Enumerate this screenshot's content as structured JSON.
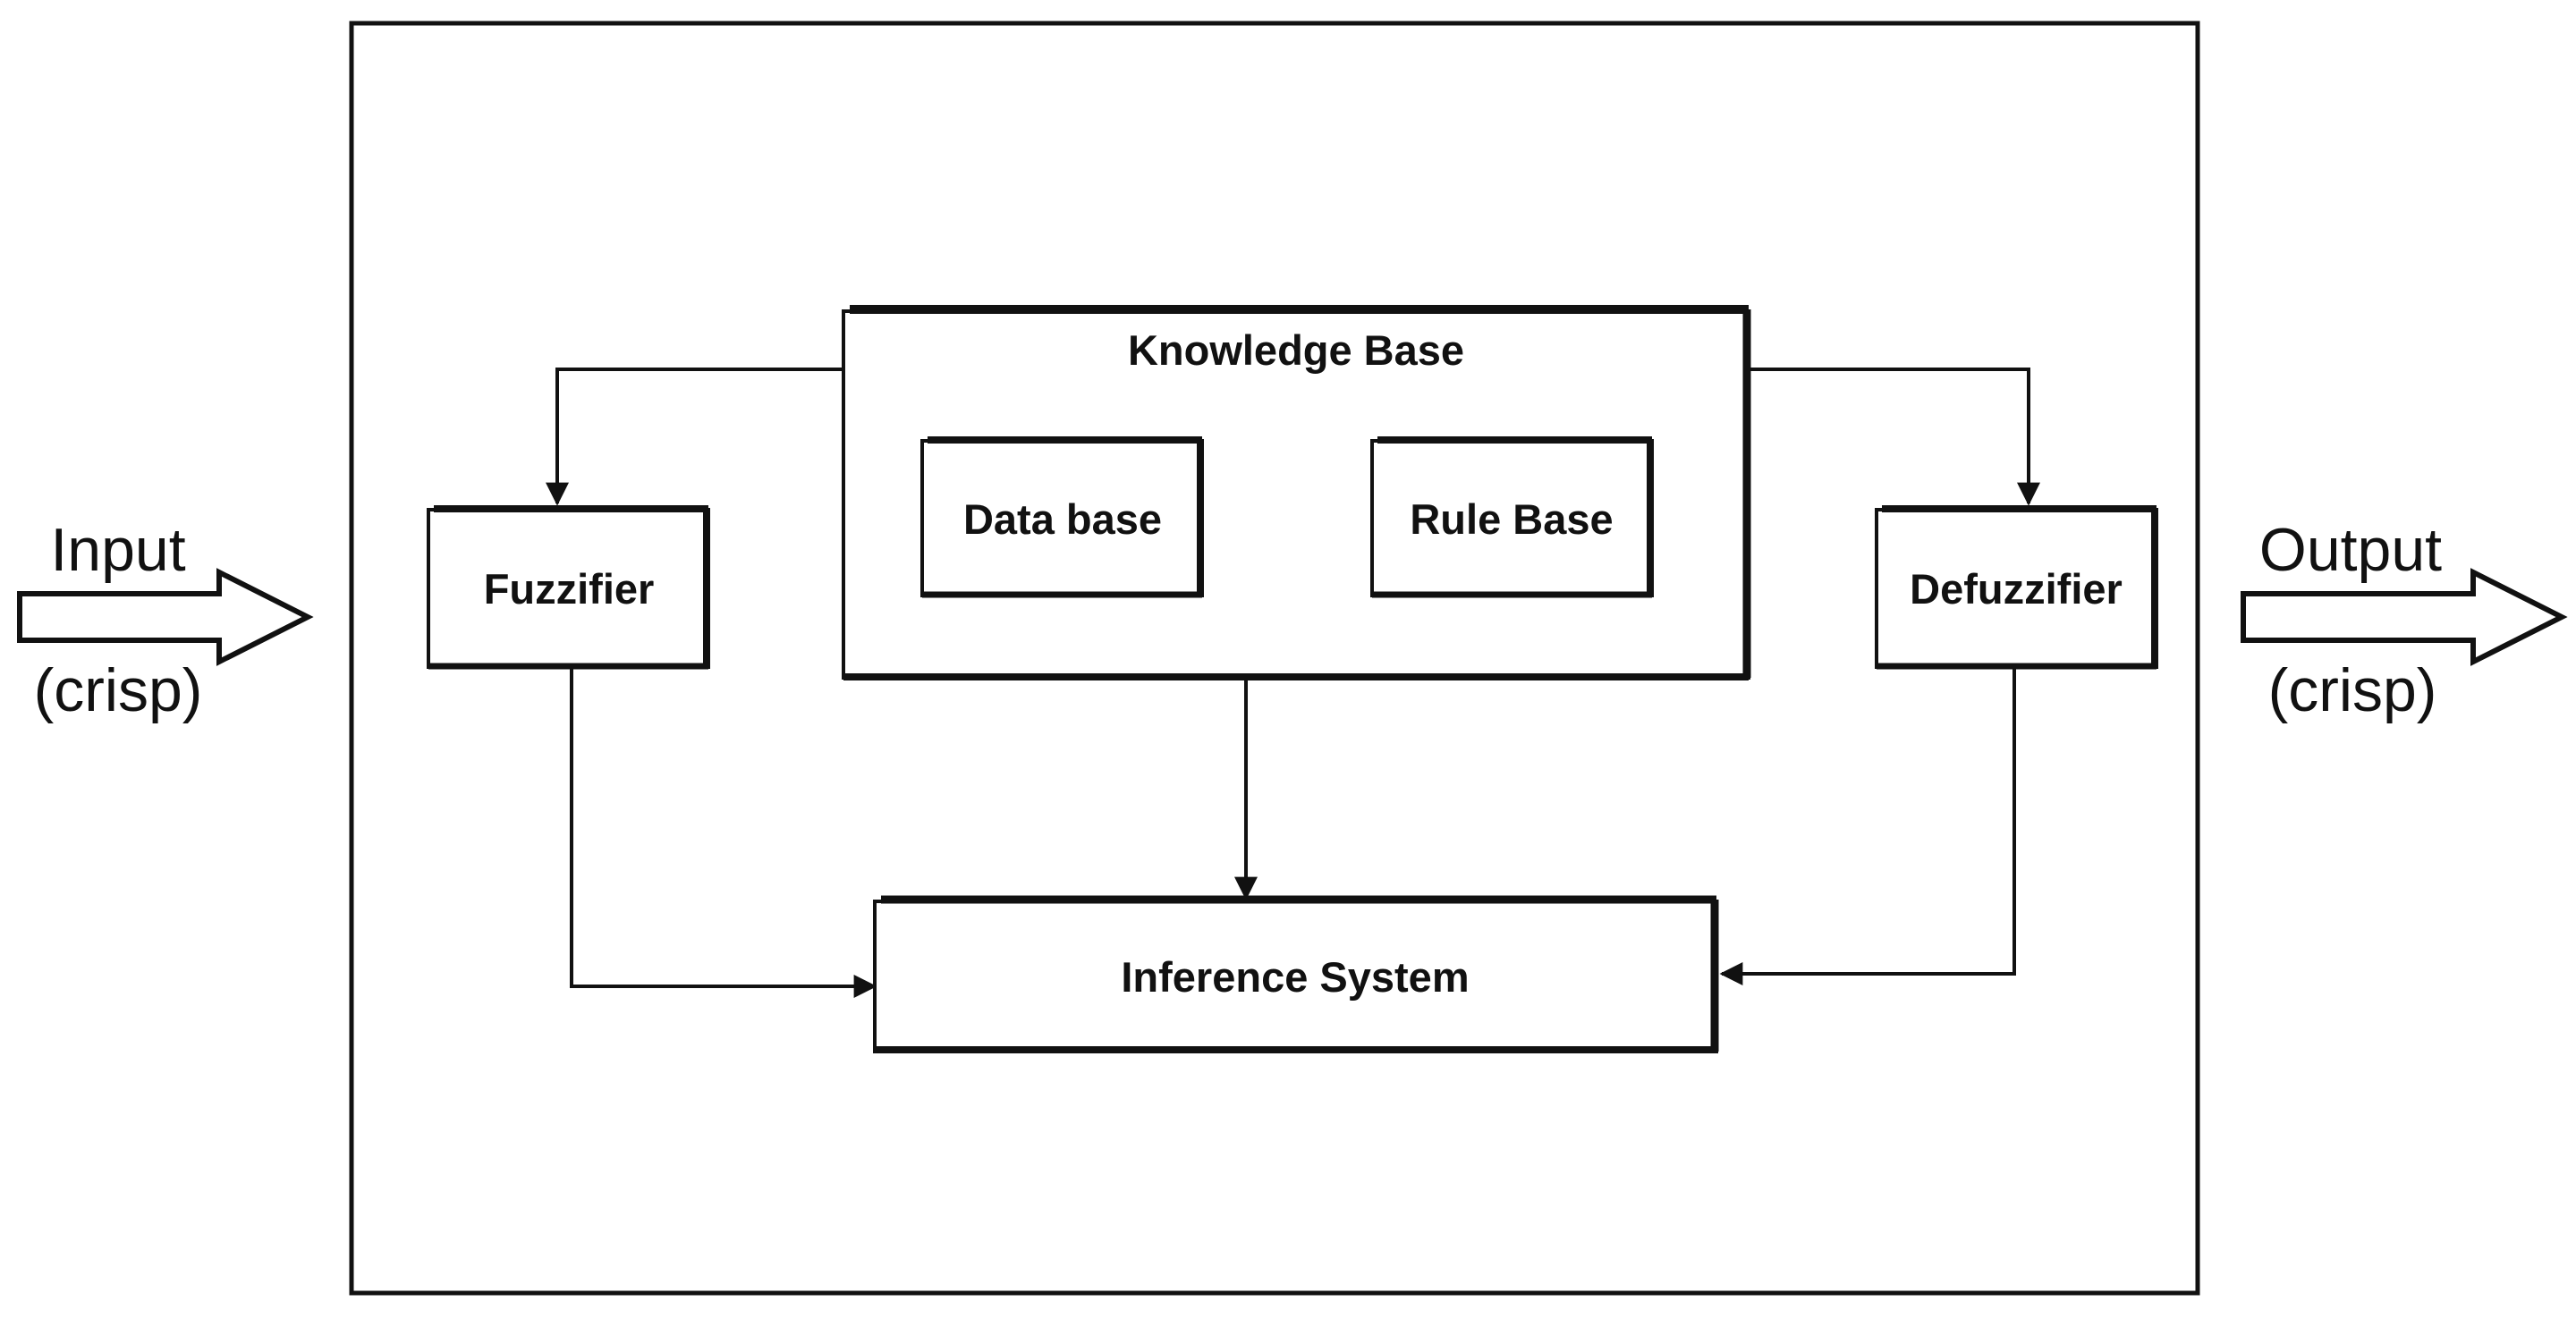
{
  "input": {
    "label": "Input",
    "sublabel": "(crisp)"
  },
  "output": {
    "label": "Output",
    "sublabel": "(crisp)"
  },
  "blocks": {
    "knowledge_base": "Knowledge Base",
    "data_base": "Data base",
    "rule_base": "Rule Base",
    "fuzzifier": "Fuzzifier",
    "defuzzifier": "Defuzzifier",
    "inference_system": "Inference System"
  },
  "colors": {
    "stroke": "#111111",
    "background": "#ffffff"
  }
}
